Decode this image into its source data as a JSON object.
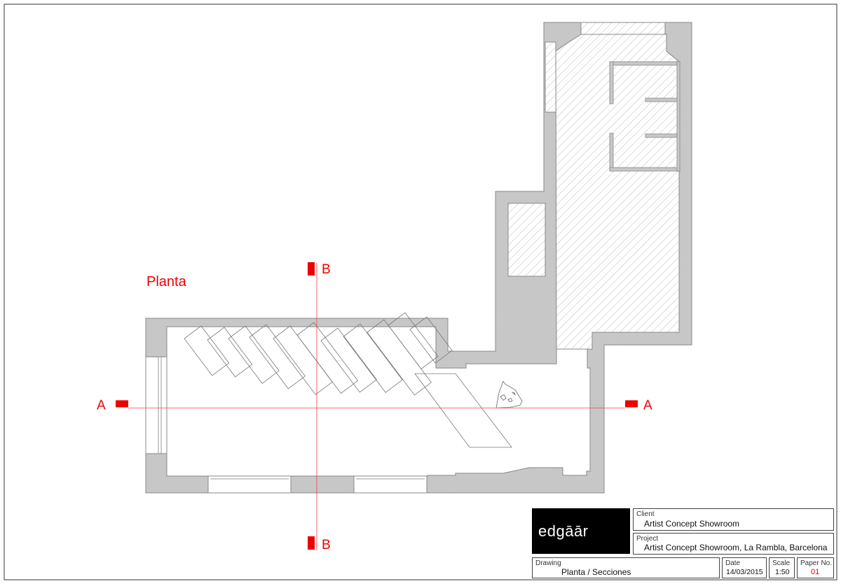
{
  "drawing": {
    "view_label": "Planta",
    "section_a": "A",
    "section_b": "B",
    "accent_color": "#e00000"
  },
  "title_block": {
    "logo_text": "edgāār",
    "client_label": "Client",
    "client_value": "Artist Concept Showroom",
    "project_label": "Project",
    "project_value": "Artist Concept Showroom, La Rambla, Barcelona",
    "drawing_label": "Drawing",
    "drawing_value": "Planta / Secciones",
    "date_label": "Date",
    "date_value": "14/03/2015",
    "scale_label": "Scale",
    "scale_value": "1:50",
    "paper_label": "Paper No.",
    "paper_value": "01"
  }
}
